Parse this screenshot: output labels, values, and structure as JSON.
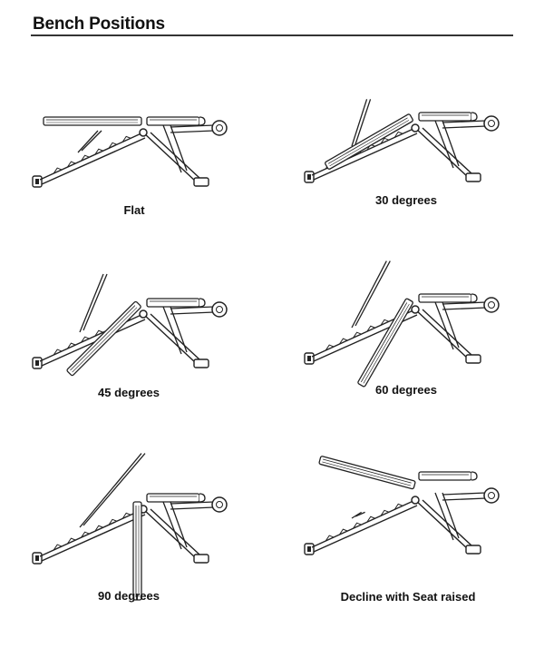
{
  "document": {
    "title": "Bench Positions"
  },
  "positions": [
    {
      "caption": "Flat",
      "back_angle_deg": 0,
      "seat_raised": false,
      "decline": false
    },
    {
      "caption": "30 degrees",
      "back_angle_deg": 30,
      "seat_raised": false,
      "decline": false
    },
    {
      "caption": "45 degrees",
      "back_angle_deg": 45,
      "seat_raised": false,
      "decline": false
    },
    {
      "caption": "60 degrees",
      "back_angle_deg": 60,
      "seat_raised": false,
      "decline": false
    },
    {
      "caption": "90 degrees",
      "back_angle_deg": 90,
      "seat_raised": false,
      "decline": false
    },
    {
      "caption": "Decline with Seat raised",
      "back_angle_deg": -15,
      "seat_raised": true,
      "decline": true
    }
  ]
}
